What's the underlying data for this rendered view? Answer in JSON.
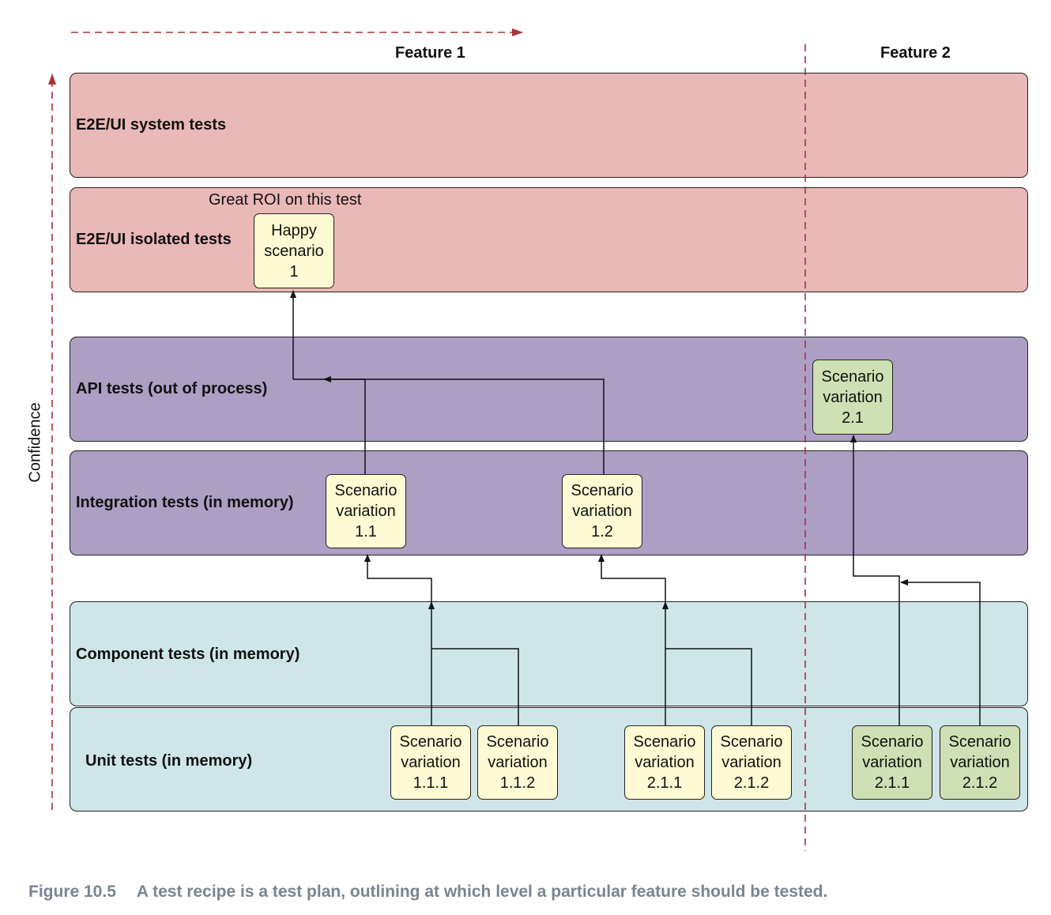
{
  "features": {
    "feature1": "Feature 1",
    "feature2": "Feature 2"
  },
  "axis": {
    "ylabel": "Confidence"
  },
  "lanes": {
    "e2e_system": "E2E/UI system tests",
    "e2e_isolated": "E2E/UI isolated tests",
    "api": "API tests (out of process)",
    "integration": "Integration tests (in memory)",
    "component": "Component tests (in memory)",
    "unit": "Unit tests (in memory)"
  },
  "note": "Great ROI on this test",
  "boxes": {
    "happy": [
      "Happy",
      "scenario",
      "1"
    ],
    "int_1_1": [
      "Scenario",
      "variation",
      "1.1"
    ],
    "int_1_2": [
      "Scenario",
      "variation",
      "1.2"
    ],
    "api_2_1": [
      "Scenario",
      "variation",
      "2.1"
    ],
    "unit_1_1_1": [
      "Scenario",
      "variation",
      "1.1.1"
    ],
    "unit_1_1_2": [
      "Scenario",
      "variation",
      "1.1.2"
    ],
    "unit_f1_2_1_1": [
      "Scenario",
      "variation",
      "2.1.1"
    ],
    "unit_f1_2_1_2": [
      "Scenario",
      "variation",
      "2.1.2"
    ],
    "unit_f2_2_1_1": [
      "Scenario",
      "variation",
      "2.1.1"
    ],
    "unit_f2_2_1_2": [
      "Scenario",
      "variation",
      "2.1.2"
    ]
  },
  "colors": {
    "arrow_dashed": "#a8333a",
    "lane_red": "#e9b8b7",
    "lane_purple": "#ac9fc3",
    "lane_teal": "#cfe6e8",
    "box_yellow": "#fdfad4",
    "box_green": "#cfe0b4"
  },
  "caption": {
    "number": "Figure 10.5",
    "text": "A test recipe is a test plan, outlining at which level a particular feature should be tested."
  }
}
